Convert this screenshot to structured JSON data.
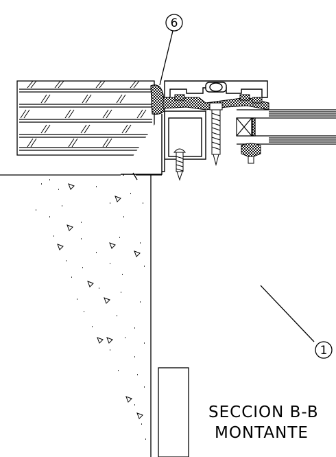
{
  "callouts": [
    {
      "id": "6",
      "text": "6"
    },
    {
      "id": "1",
      "text": "1"
    }
  ],
  "section_title_line1": "SECCION B-B",
  "section_title_line2": "MONTANTE",
  "colors": {
    "line": "#000000",
    "background": "#ffffff",
    "hatch_fill": "#222222"
  }
}
